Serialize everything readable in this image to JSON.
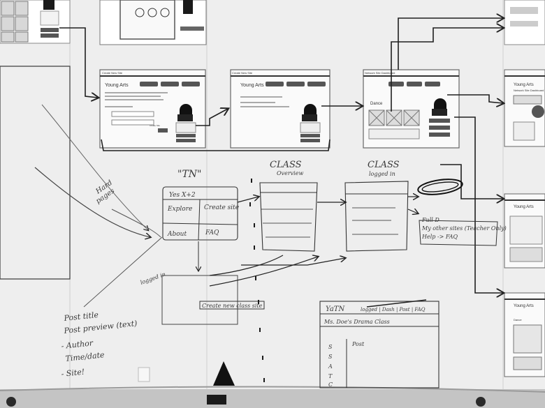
{
  "screens": {
    "s1": {
      "title": "Create New Site",
      "brand": "Young Arts",
      "action": "Create Site"
    },
    "s2": {
      "title": "Create New Site",
      "brand": "Young Arts"
    },
    "s3": {
      "title": "Network Site Dashboard",
      "brand": "Dance"
    },
    "r1": {
      "brand": "Young Arts",
      "subtitle": "Network Site Dashboard"
    },
    "r2": {
      "brand": "Young Arts"
    },
    "r3": {
      "brand": "Young Arts",
      "subtitle": "Dance"
    }
  },
  "sketch": {
    "tn_title": "\"TN\"",
    "tn_quads": [
      "Explore",
      "Create site",
      "About",
      "FAQ"
    ],
    "tn_header": "Yes  X+2",
    "class1_title": "CLASS",
    "class1_sub": "Overview",
    "class2_title": "CLASS",
    "class2_sub": "logged in",
    "left_notes": [
      "Hard",
      "pages"
    ],
    "create_class": "Create new class site",
    "logged_in": "logged in",
    "bottom_left_notes": [
      "Post title",
      "Post preview (text)",
      "- Author",
      "  Time/date",
      "- Site!"
    ],
    "bottom_right_header": "YaTN",
    "bottom_right_line1": "logged | Dash | Post | FAQ",
    "bottom_right_line2": "Ms. Doe's Drama Class",
    "bottom_right_side": "Post",
    "full_d_note": "Full D",
    "other_sites": "My other sites (Teacher Only)",
    "help": "Help -> FAQ"
  }
}
